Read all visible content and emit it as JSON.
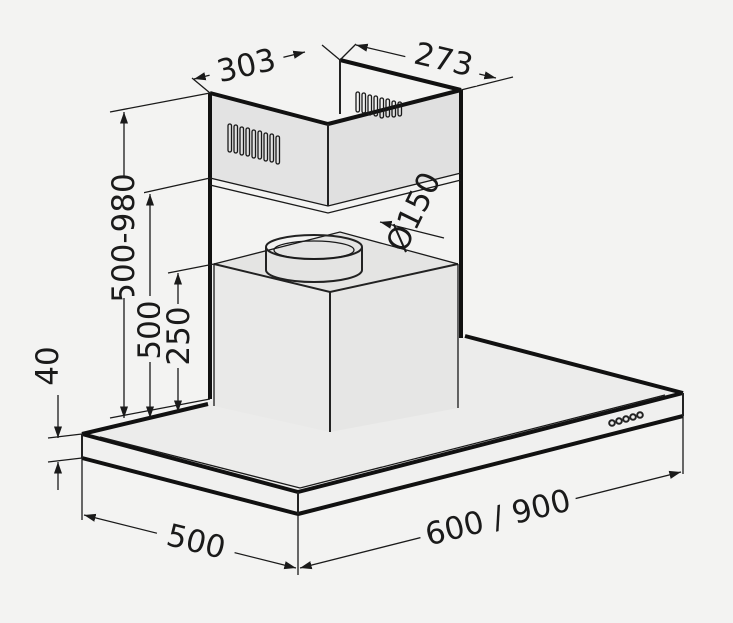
{
  "colors": {
    "background": "#f3f3f2",
    "line": "#1a1a1a",
    "chimney_fill": "#e3e3e3",
    "body_fill": "#e9e9e8",
    "canopy_top": "#ececeb",
    "canopy_front": "#f0f0ef"
  },
  "dimensions": {
    "chimney_width": "303",
    "chimney_depth": "273",
    "chimney_height": "500-980",
    "duct_diameter": "Ø150",
    "body_total_height": "500",
    "body_height": "250",
    "canopy_thickness": "40",
    "canopy_depth": "500",
    "canopy_width": "600 / 900"
  },
  "icons": {
    "vent_slots": "vent-slots-icon",
    "control_buttons": "control-buttons-icon"
  }
}
